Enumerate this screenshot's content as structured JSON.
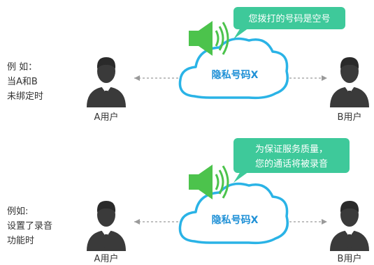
{
  "scenes": [
    {
      "note_lines": [
        "例 如：",
        "当A和B",
        "未绑定时"
      ],
      "bubble_lines": [
        "您拨打的号码是空号"
      ],
      "cloud_label": "隐私号码X",
      "left_user": "A用户",
      "right_user": "B用户"
    },
    {
      "note_lines": [
        "例如:",
        "设置了录音",
        "功能时"
      ],
      "bubble_lines": [
        "为保证服务质量，",
        "您的通话将被录音"
      ],
      "cloud_label": "隐私号码X",
      "left_user": "A用户",
      "right_user": "B用户"
    }
  ],
  "colors": {
    "cloud_stroke": "#2ab3e6",
    "cloud_fill": "#ffffff",
    "bubble": "#3ec99a",
    "speaker": "#4cc34c",
    "person": "#3a3a3a",
    "arrow": "#9a9a9a",
    "text": "#333333",
    "cloud_text": "#1e90d6"
  }
}
